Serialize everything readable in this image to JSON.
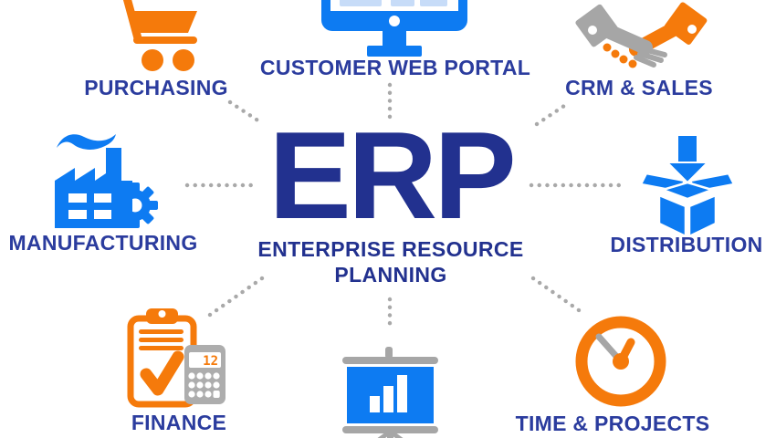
{
  "diagram_title": "ERP Enterprise Resource Planning",
  "center": {
    "acronym": "ERP",
    "subtitle_line1": "ENTERPRISE RESOURCE",
    "subtitle_line2": "PLANNING"
  },
  "modules": [
    {
      "id": "purchasing",
      "label": "PURCHASING",
      "icon": "shopping-cart-icon"
    },
    {
      "id": "customer-web-portal",
      "label": "CUSTOMER WEB PORTAL",
      "icon": "desktop-monitor-icon"
    },
    {
      "id": "crm-sales",
      "label": "CRM & SALES",
      "icon": "handshake-icon"
    },
    {
      "id": "manufacturing",
      "label": "MANUFACTURING",
      "icon": "factory-icon"
    },
    {
      "id": "distribution",
      "label": "DISTRIBUTION",
      "icon": "open-box-arrow-icon"
    },
    {
      "id": "finance",
      "label": "FINANCE",
      "icon": "clipboard-calculator-icon",
      "calculator_display": "12"
    },
    {
      "id": "time-projects",
      "label": "TIME & PROJECTS",
      "icon": "clock-icon"
    },
    {
      "id": "analytics",
      "icon": "presentation-chart-icon"
    }
  ],
  "colors": {
    "erp_text": "#22318F",
    "label_text": "#2B3C9E",
    "blue_icon": "#0D7BF2",
    "orange_icon": "#F57A0B",
    "gray_icon": "#A6A6A6",
    "connector_dots": "#A9A9A9",
    "background": "#FFFFFF"
  }
}
